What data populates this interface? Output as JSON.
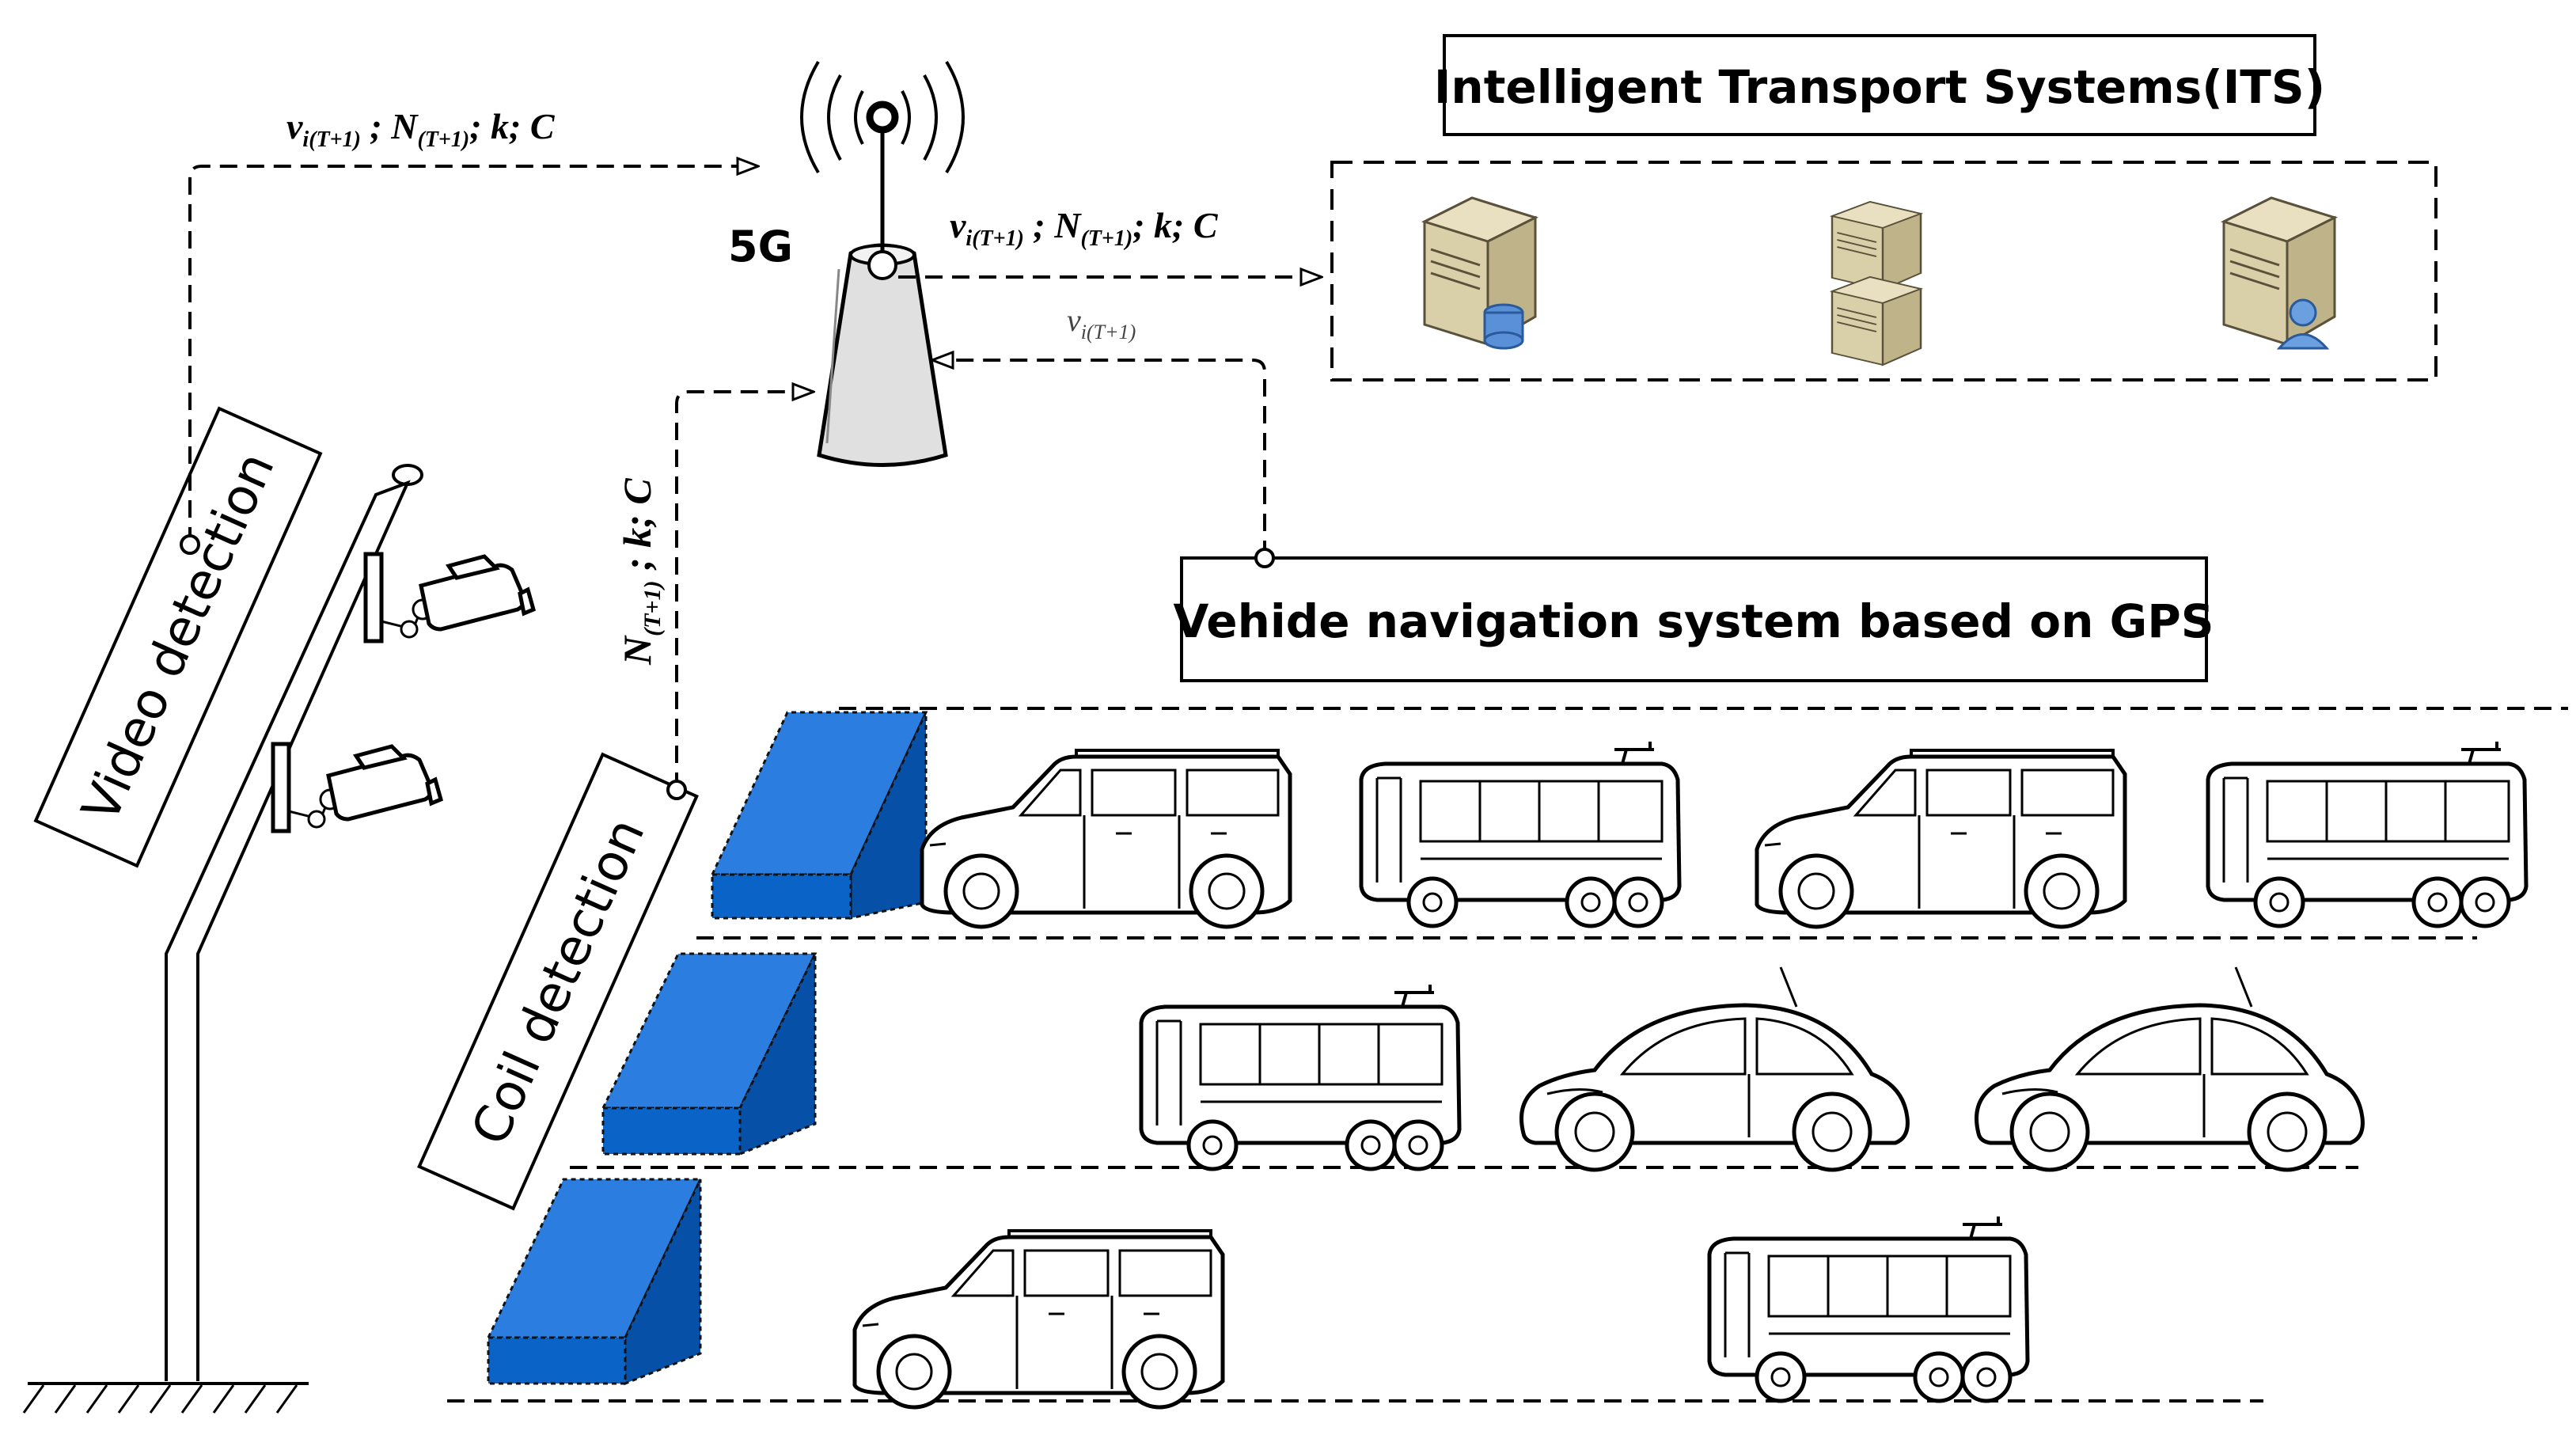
{
  "its_title": "Intelligent Transport Systems(ITS)",
  "gps_title": "Vehide navigation system based on GPS",
  "video_label": "Video detection",
  "coil_label": "Coil detection",
  "tower_label": "5G",
  "flows": {
    "top": {
      "v": "v",
      "v_sub": "i(T+1)",
      "sep1": " ; ",
      "n": "N",
      "n_sub": "(T+1)",
      "rest": "; k; C"
    },
    "its": {
      "v": "v",
      "v_sub": "i(T+1)",
      "sep1": " ; ",
      "n": "N",
      "n_sub": "(T+1)",
      "rest": "; k; C"
    },
    "gps": {
      "v": "v",
      "v_sub": "i(T+1)"
    },
    "coil": {
      "n": "N",
      "n_sub": "(T+1)",
      "rest": " ; k; C"
    }
  },
  "colors": {
    "detector_blue": "#0a64c8"
  },
  "icons": [
    "antenna-icon",
    "database-server-icon",
    "server-rack-icon",
    "user-server-icon",
    "camera-icon",
    "van-icon",
    "bus-icon",
    "beetle-car-icon"
  ]
}
